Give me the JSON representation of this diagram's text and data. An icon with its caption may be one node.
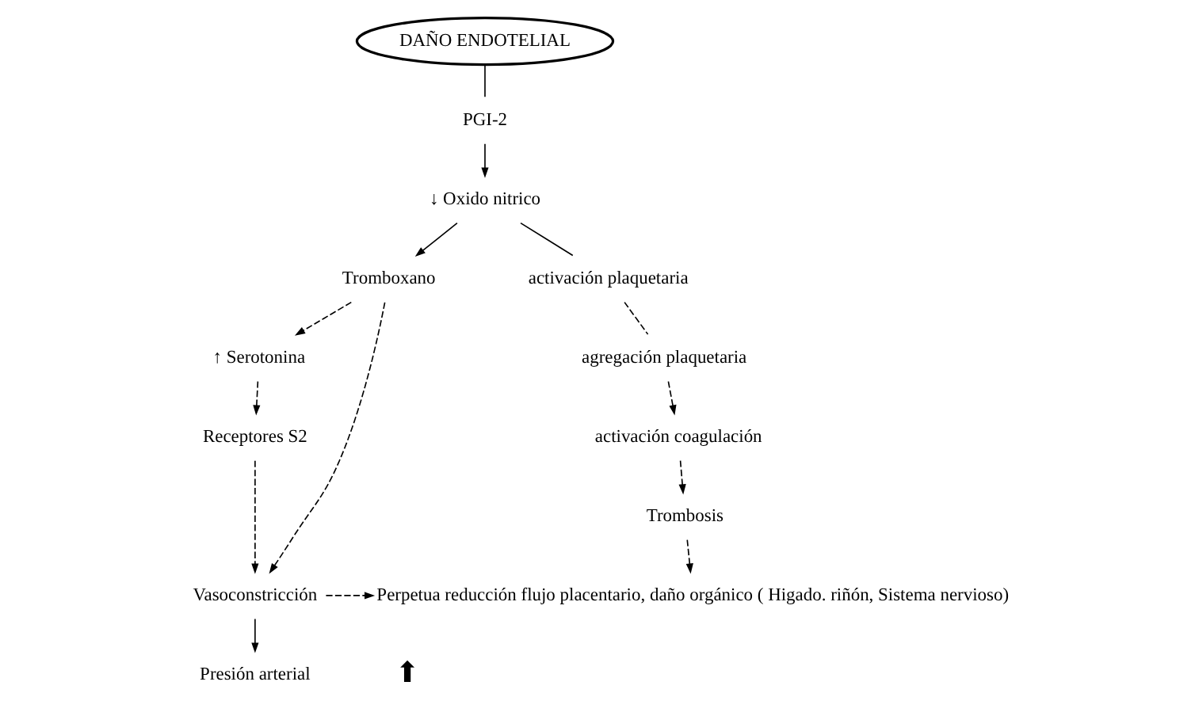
{
  "diagram": {
    "nodes": [
      {
        "text": [
          "DAÑO ENDOTELIAL"
        ]
      },
      {
        "text": [
          "PGI-2"
        ]
      },
      {
        "text": [
          "↓ Oxido nitrico"
        ]
      },
      {
        "text": [
          "Tromboxano"
        ]
      },
      {
        "text": [
          "activación plaquetaria"
        ]
      },
      {
        "text": [
          "↑ Serotonina"
        ]
      },
      {
        "text": [
          "agregación plaquetaria"
        ]
      },
      {
        "text": [
          "Receptores S2"
        ]
      },
      {
        "text": [
          "activación coagulación"
        ]
      },
      {
        "text": [
          "Trombosis"
        ]
      },
      {
        "text": [
          "Vasoconstricción"
        ]
      },
      {
        "text": [
          "Perpetua reducción flujo placentario, daño orgánico ( Higado. riñón, Sistema nervioso)"
        ]
      },
      {
        "text": [
          "Presión arterial"
        ]
      }
    ],
    "edges": [
      {
        "from": 0,
        "to": 1,
        "arrow": "none"
      },
      {
        "from": 1,
        "to": 2,
        "arrow": "to"
      },
      {
        "from": 2,
        "to": 3,
        "arrow": "to"
      },
      {
        "from": 2,
        "to": 4,
        "arrow": "none"
      },
      {
        "from": 3,
        "to": 5,
        "arrow": "to",
        "style": "dashed"
      },
      {
        "from": 3,
        "to": 10,
        "arrow": "to",
        "style": "dashed"
      },
      {
        "from": 4,
        "to": 6,
        "arrow": "none",
        "style": "dashed"
      },
      {
        "from": 5,
        "to": 7,
        "arrow": "to",
        "style": "dashed"
      },
      {
        "from": 6,
        "to": 8,
        "arrow": "to",
        "style": "dashed"
      },
      {
        "from": 7,
        "to": 10,
        "arrow": "to",
        "style": "dashed"
      },
      {
        "from": 8,
        "to": 9,
        "arrow": "to",
        "style": "dashed"
      },
      {
        "from": 9,
        "to": 11,
        "arrow": "to",
        "style": "dashed"
      },
      {
        "from": 10,
        "to": 11,
        "arrow": "to",
        "style": "dashed"
      },
      {
        "from": 10,
        "to": 12,
        "arrow": "to"
      }
    ],
    "labels": [
      "⬆"
    ]
  }
}
